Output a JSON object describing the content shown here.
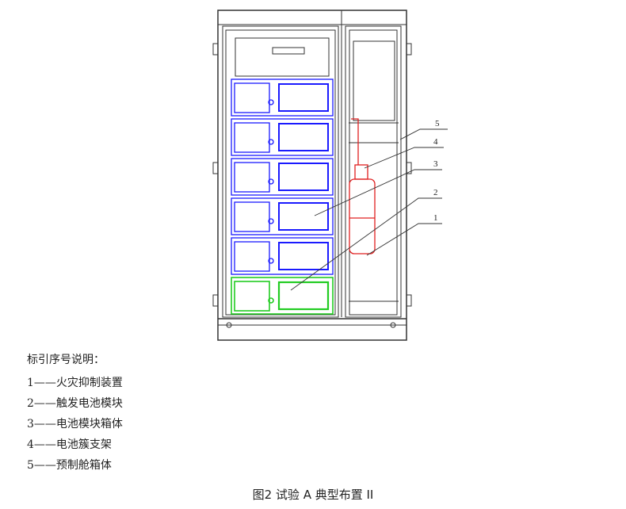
{
  "diagram": {
    "callouts": [
      "5",
      "4",
      "3",
      "2",
      "1"
    ],
    "colors": {
      "frame": "#333333",
      "module": "#1a1aff",
      "trigger_module": "#22cc22",
      "suppression": "#e02020"
    }
  },
  "legend": {
    "title": "标引序号说明：",
    "items": [
      "1——火灾抑制装置",
      "2——触发电池模块",
      "3——电池模块箱体",
      "4——电池簇支架",
      "5——预制舱箱体"
    ]
  },
  "caption": "图2   试验 A 典型布置 II"
}
